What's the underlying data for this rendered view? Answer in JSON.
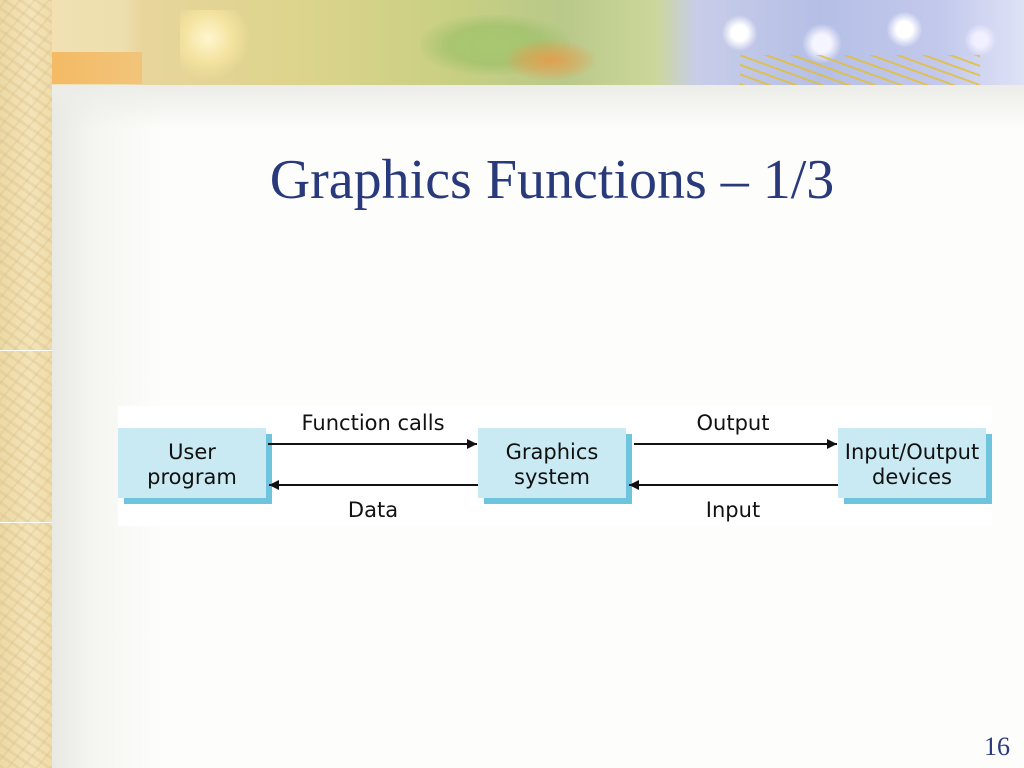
{
  "slide": {
    "title": "Graphics Functions – 1/3",
    "page_number": "16"
  },
  "diagram": {
    "boxes": {
      "user_program": [
        "User",
        "program"
      ],
      "graphics_system": [
        "Graphics",
        "system"
      ],
      "io_devices": [
        "Input/Output",
        "devices"
      ]
    },
    "arrows": {
      "function_calls": "Function calls",
      "data": "Data",
      "output": "Output",
      "input": "Input"
    }
  },
  "colors": {
    "title": "#283a7c",
    "box_fill": "#c9e9f3",
    "box_shadow": "#6ec3dd"
  }
}
